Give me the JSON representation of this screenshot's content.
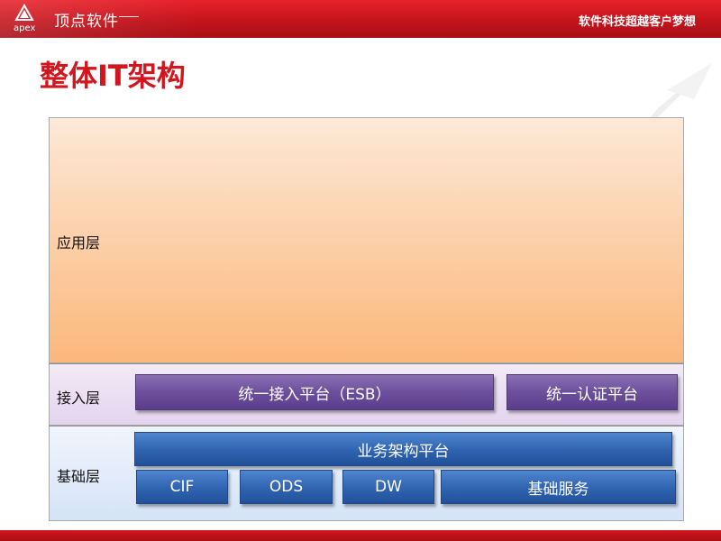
{
  "header": {
    "logo_word": "apex",
    "company": "顶点软件",
    "slogan": "软件科技超越客户梦想"
  },
  "page_title": "整体IT架构",
  "layers": {
    "app": {
      "label": "应用层"
    },
    "access": {
      "label": "接入层",
      "boxes": [
        "统一接入平台（ESB）",
        "统一认证平台"
      ]
    },
    "base": {
      "label": "基础层",
      "top_box": "业务架构平台",
      "boxes": [
        "CIF",
        "ODS",
        "DW",
        "基础服务"
      ]
    }
  },
  "colors": {
    "brand_red": "#d1161e",
    "access_purple": "#6c4f9c",
    "base_blue": "#2f63b0",
    "app_orange": "#fbb77b"
  }
}
